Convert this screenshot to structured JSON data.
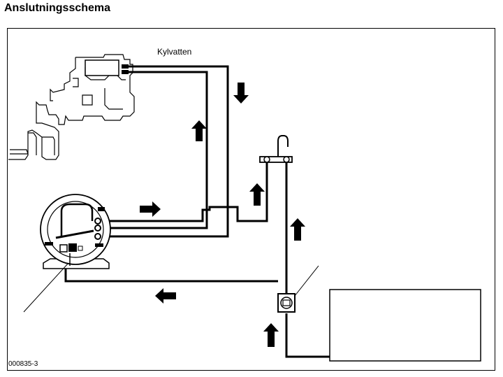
{
  "page": {
    "title": "Anslutningsschema"
  },
  "diagram": {
    "labels": {
      "cooling_water": "Kylvatten",
      "figure_code": "000835-3"
    },
    "colors": {
      "line": "#000000",
      "background": "#ffffff"
    },
    "icons": [
      "engine-icon",
      "water-heater-icon",
      "tap-icon",
      "pump-icon",
      "water-tank-icon",
      "arrow-icon"
    ]
  }
}
